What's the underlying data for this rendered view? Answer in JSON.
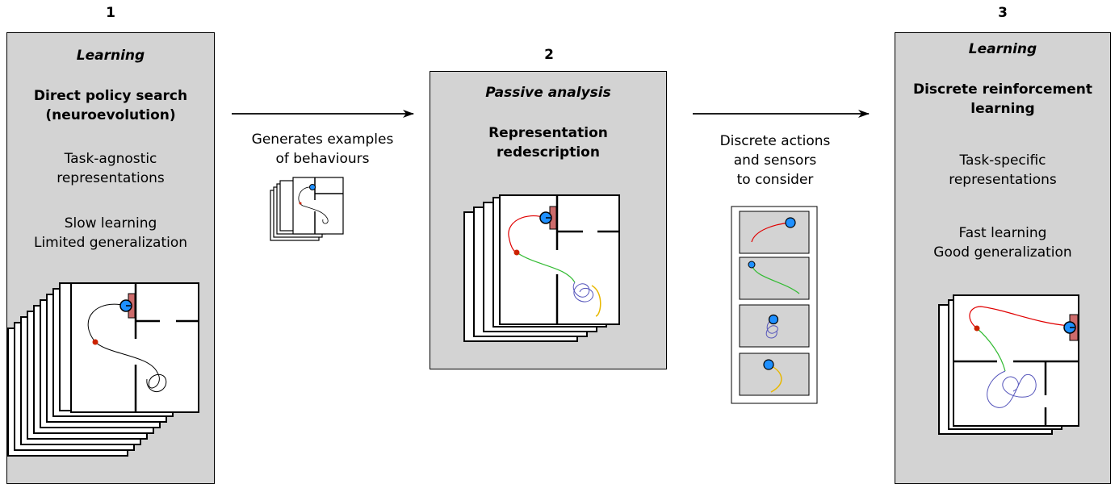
{
  "step1": {
    "number": "1",
    "mode": "Learning",
    "method_line1": "Direct policy search",
    "method_line2": "(neuroevolution)",
    "repr_line1": "Task-agnostic",
    "repr_line2": "representations",
    "perf_line1": "Slow learning",
    "perf_line2": "Limited generalization"
  },
  "arrow1": {
    "line1": "Generates examples",
    "line2": "of behaviours"
  },
  "step2": {
    "number": "2",
    "mode": "Passive analysis",
    "method_line1": "Representation",
    "method_line2": "redescription"
  },
  "arrow2": {
    "line1": "Discrete actions",
    "line2": "and sensors",
    "line3": "to consider"
  },
  "step3": {
    "number": "3",
    "mode": "Learning",
    "method_line1": "Discrete reinforcement",
    "method_line2": "learning",
    "repr_line1": "Task-specific",
    "repr_line2": "representations",
    "perf_line1": "Fast learning",
    "perf_line2": "Good generalization"
  },
  "colors": {
    "panel": "#d3d3d3",
    "robot": "#1e90ff",
    "goal": "#cd6b6b",
    "start": "#cc2200",
    "red_path": "#e00000",
    "green_path": "#33bb33",
    "yellow_path": "#e8b800",
    "blue_path": "#5555bb"
  }
}
